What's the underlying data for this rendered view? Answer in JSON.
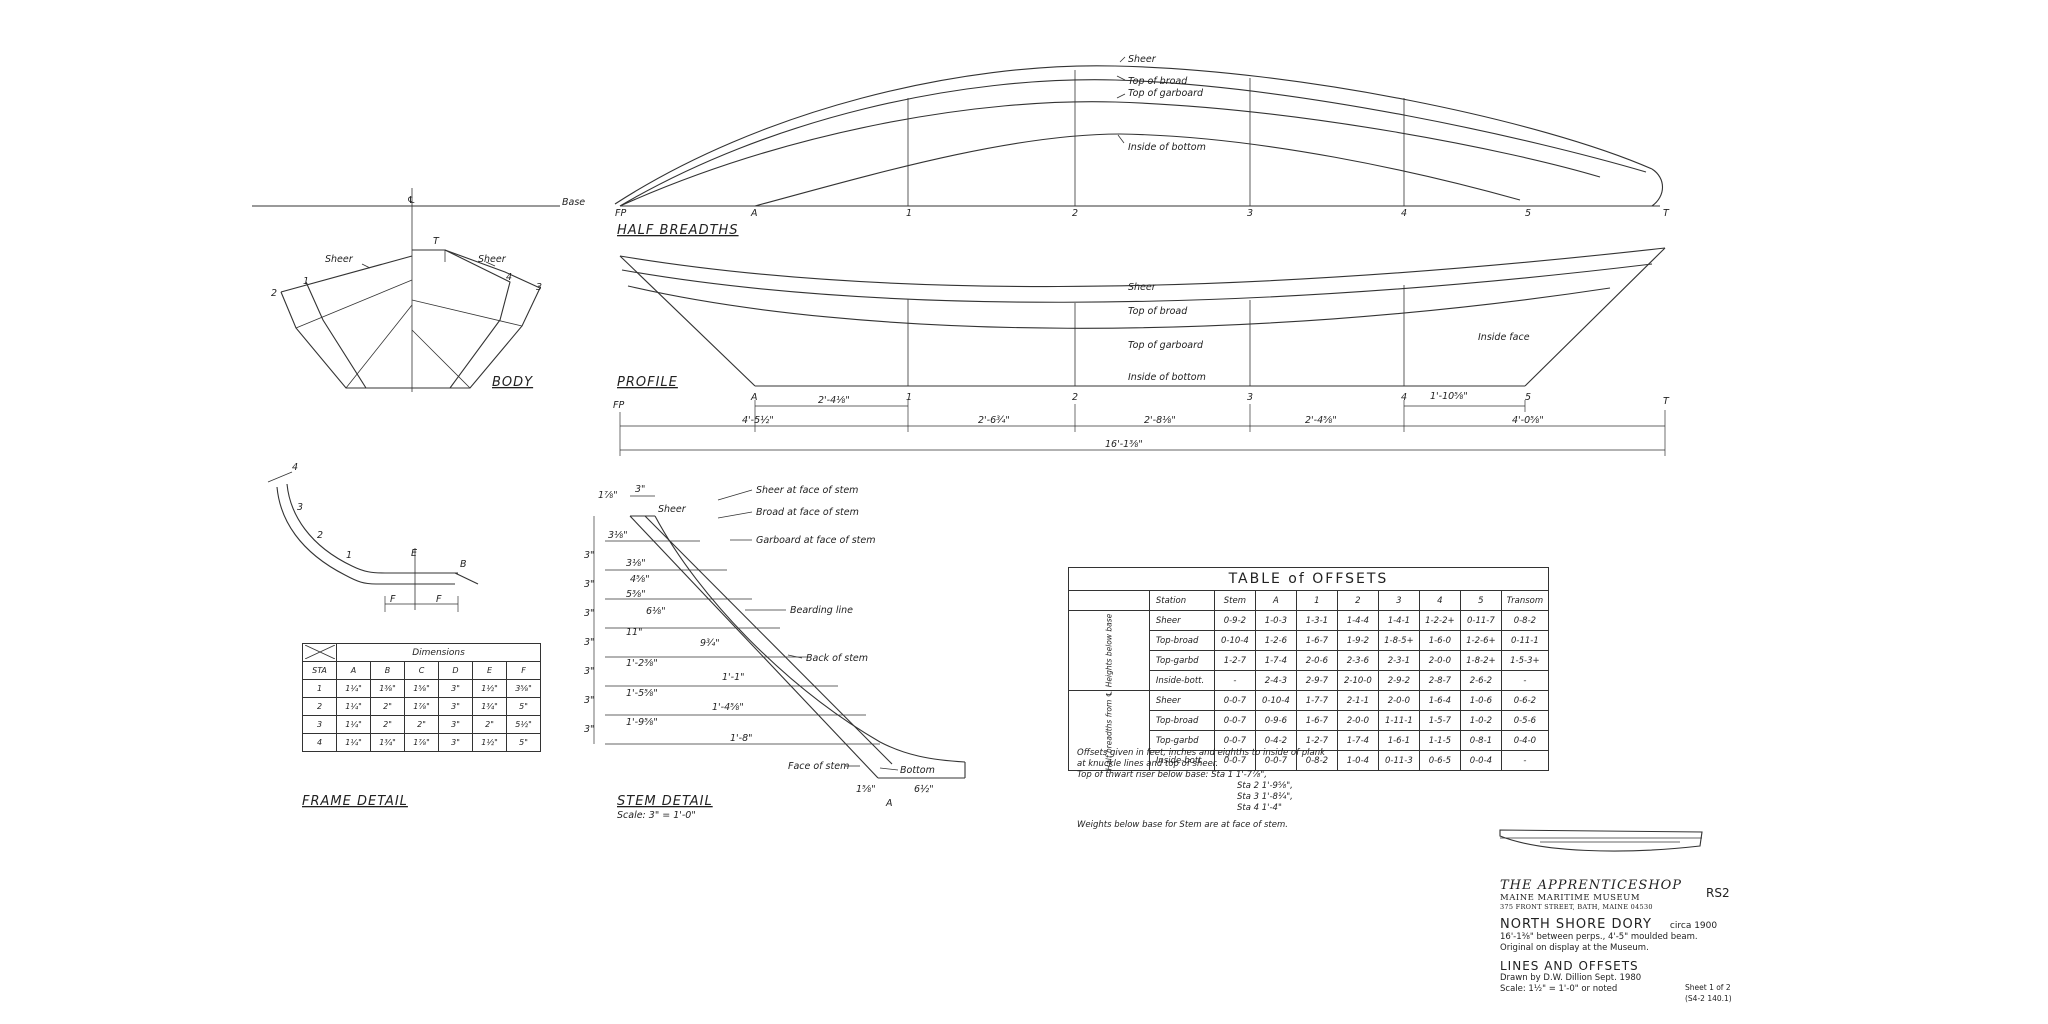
{
  "labels": {
    "base": "Base",
    "half_breadths_title": "HALF BREADTHS",
    "profile_title": "PROFILE",
    "body_title": "BODY",
    "frame_detail_title": "FRAME DETAIL",
    "stem_detail_title": "STEM DETAIL",
    "stem_scale": "Scale: 3\" = 1'-0\"",
    "centerline": "℄",
    "sheer": "Sheer",
    "top_of_broad": "Top of broad",
    "top_of_garboard": "Top of garboard",
    "inside_of_bottom": "Inside of bottom",
    "inside_face": "Inside face",
    "body_t": "T",
    "body_stations": [
      "2",
      "1",
      "4",
      "3"
    ],
    "stations": [
      "FP",
      "A",
      "1",
      "2",
      "3",
      "4",
      "5",
      "T"
    ],
    "dimensions": [
      "2'-4⅛\"",
      "1'-10⅝\"",
      "4'-5½\"",
      "2'-6¾\"",
      "2'-8⅛\"",
      "2'-4⅝\"",
      "4'-0⅝\"",
      "16'-1⅜\""
    ],
    "frame_stations": [
      "4",
      "3",
      "2",
      "1"
    ],
    "frame_f": "F",
    "frame_e": "E",
    "frame_b": "B",
    "stem_notes": [
      "Sheer at face of stem",
      "Broad at face of stem",
      "Garboard at face of stem",
      "Bearding line",
      "Back of stem",
      "Face of stem",
      "Bottom"
    ],
    "stem_sheer": "Sheer",
    "stem_widths": [
      "3\"",
      "3⅛\"",
      "3⅛\"",
      "4⅝\"",
      "5⅜\"",
      "6⅛\"",
      "11\"",
      "1'-2⅜\"",
      "1'-5⅝\"",
      "1'-9⅝\"",
      "9¾\"",
      "1'-1\"",
      "1'-4⅝\"",
      "1'-8\""
    ],
    "stem_heights": [
      "1⅞\"",
      "3\"",
      "3\"",
      "3\"",
      "3\"",
      "3\"",
      "3\"",
      "3\""
    ],
    "stem_bottom": [
      "1⅝\"",
      "6½\"",
      "A"
    ]
  },
  "offsets": {
    "title": "TABLE of OFFSETS",
    "columns": [
      "Station",
      "Stem",
      "A",
      "1",
      "2",
      "3",
      "4",
      "5",
      "Transom"
    ],
    "group1_label": "Heights below base",
    "group2_label": "Half breadths from ℄",
    "rows_heights": [
      {
        "label": "Sheer",
        "values": [
          "0-9-2",
          "1-0-3",
          "1-3-1",
          "1-4-4",
          "1-4-1",
          "1-2-2+",
          "0-11-7",
          "0-8-2"
        ]
      },
      {
        "label": "Top-broad",
        "values": [
          "0-10-4",
          "1-2-6",
          "1-6-7",
          "1-9-2",
          "1-8-5+",
          "1-6-0",
          "1-2-6+",
          "0-11-1"
        ]
      },
      {
        "label": "Top-garbd",
        "values": [
          "1-2-7",
          "1-7-4",
          "2-0-6",
          "2-3-6",
          "2-3-1",
          "2-0-0",
          "1-8-2+",
          "1-5-3+"
        ]
      },
      {
        "label": "Inside-bott.",
        "values": [
          "-",
          "2-4-3",
          "2-9-7",
          "2-10-0",
          "2-9-2",
          "2-8-7",
          "2-6-2",
          "-"
        ]
      }
    ],
    "rows_breadths": [
      {
        "label": "Sheer",
        "values": [
          "0-0-7",
          "0-10-4",
          "1-7-7",
          "2-1-1",
          "2-0-0",
          "1-6-4",
          "1-0-6",
          "0-6-2"
        ]
      },
      {
        "label": "Top-broad",
        "values": [
          "0-0-7",
          "0-9-6",
          "1-6-7",
          "2-0-0",
          "1-11-1",
          "1-5-7",
          "1-0-2",
          "0-5-6"
        ]
      },
      {
        "label": "Top-garbd",
        "values": [
          "0-0-7",
          "0-4-2",
          "1-2-7",
          "1-7-4",
          "1-6-1",
          "1-1-5",
          "0-8-1",
          "0-4-0"
        ]
      },
      {
        "label": "Inside-bott",
        "values": [
          "0-0-7",
          "0-0-7",
          "0-8-2",
          "1-0-4",
          "0-11-3",
          "0-6-5",
          "0-0-4",
          "-"
        ]
      }
    ]
  },
  "dims_table": {
    "title": "Dimensions",
    "columns": [
      "STA",
      "A",
      "B",
      "C",
      "D",
      "E",
      "F"
    ],
    "rows": [
      [
        "1",
        "1¼\"",
        "1⅜\"",
        "1⅝\"",
        "3\"",
        "1½\"",
        "3⅝\""
      ],
      [
        "2",
        "1¼\"",
        "2\"",
        "1⅞\"",
        "3\"",
        "1¾\"",
        "5\""
      ],
      [
        "3",
        "1¼\"",
        "2\"",
        "2\"",
        "3\"",
        "2\"",
        "5½\""
      ],
      [
        "4",
        "1¼\"",
        "1¾\"",
        "1⅞\"",
        "3\"",
        "1½\"",
        "5\""
      ]
    ]
  },
  "notes": {
    "lines": [
      "Offsets given in feet, inches and eighths to inside of plank",
      "at knuckle lines and top of sheer.",
      "Top of thwart riser below base: Sta 1  1'-7⅞\","
    ],
    "sta_lines": [
      "Sta 2  1'-9⅝\",",
      "Sta 3  1'-8¼\",",
      "Sta 4  1'-4\""
    ],
    "weights": "Weights below base for Stem are at face of stem."
  },
  "title_block": {
    "apprenticeshop": "THE APPRENTICESHOP",
    "museum": "MAINE MARITIME MUSEUM",
    "address": "375 FRONT STREET, BATH, MAINE 04530",
    "rs": "RS2",
    "boat": "NORTH SHORE DORY",
    "circa": "circa 1900",
    "spec": "16'-1⅜\" between perps., 4'-5\" moulded beam.",
    "display": "Original on display at the Museum.",
    "subtitle": "LINES AND OFFSETS",
    "drawn": "Drawn by D.W. Dillion  Sept. 1980",
    "scale": "Scale: 1½\" = 1'-0\" or noted",
    "sheet": "Sheet 1 of 2",
    "number": "(S4-2 140.1)"
  }
}
